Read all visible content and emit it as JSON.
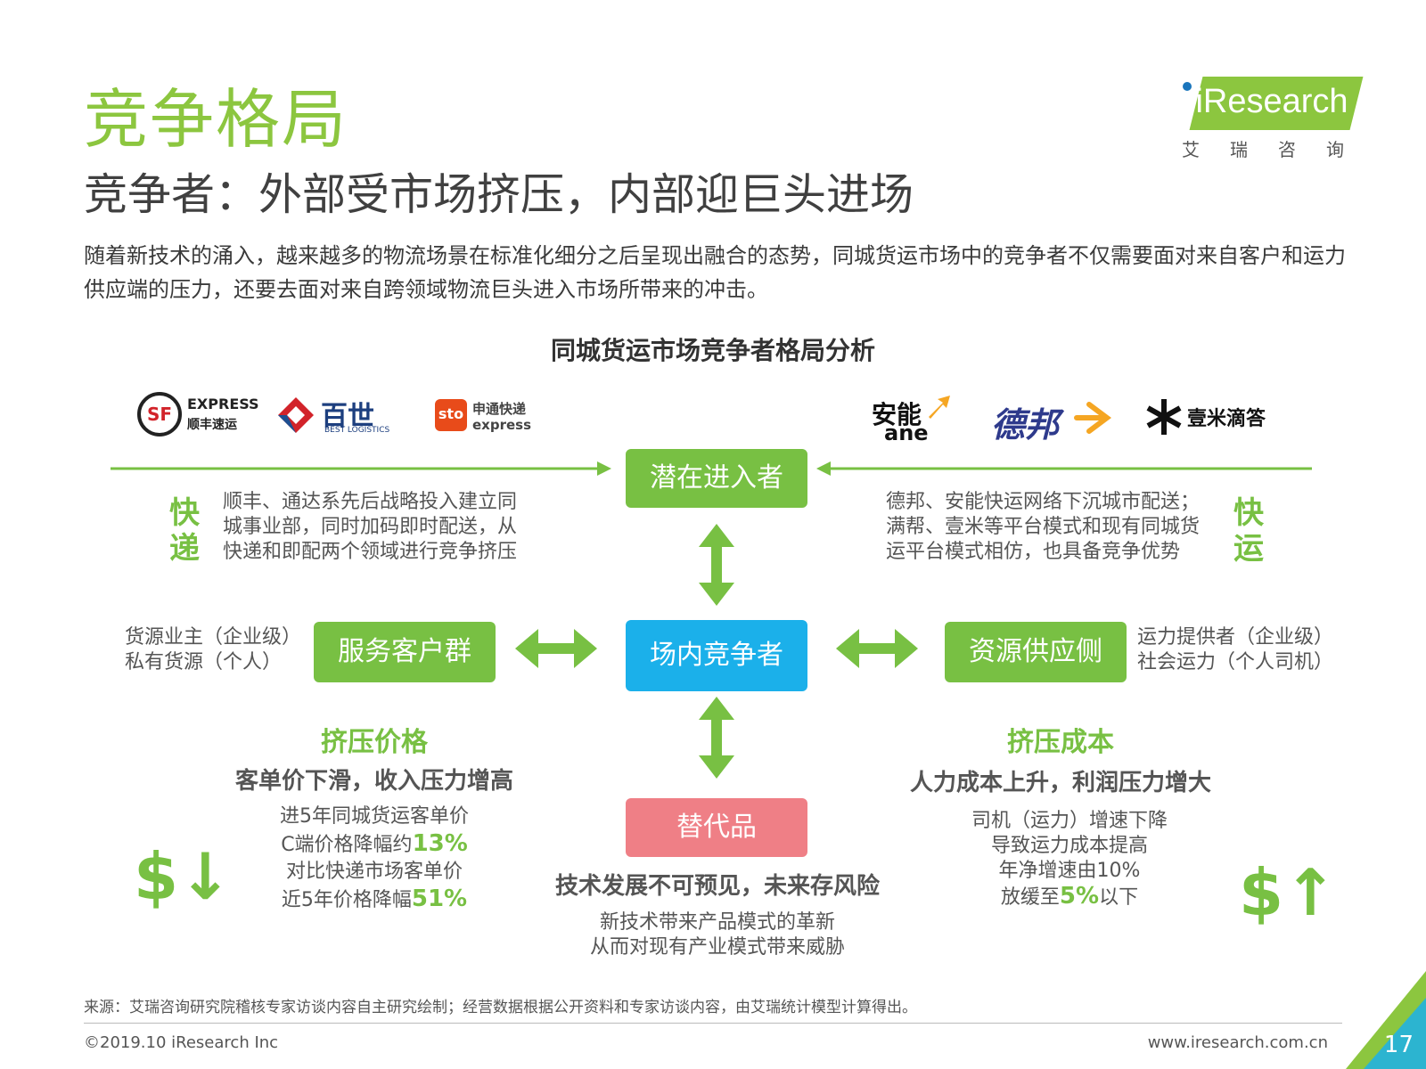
{
  "header": {
    "title": "竞争格局",
    "subtitle": "竞争者：外部受市场挤压，内部迎巨头进场",
    "intro": "随着新技术的涌入，越来越多的物流场景在标准化细分之后呈现出融合的态势，同城货运市场中的竞争者不仅需要面对来自客户和运力供应端的压力，还要去面对来自跨领域物流巨头进入市场所带来的冲击。"
  },
  "logo": {
    "name": "iResearch",
    "cn": "艾瑞咨询"
  },
  "diagram": {
    "title": "同城货运市场竞争者格局分析",
    "left_brands": [
      {
        "main": "EXPRESS",
        "sub": "顺丰速运",
        "mark": "SF"
      },
      {
        "main": "百世",
        "sub": "BEST LOGISTICS"
      },
      {
        "main": "申通快递",
        "sub": "express",
        "mark": "sto"
      }
    ],
    "right_brands": [
      {
        "main": "安能",
        "sub": "ane"
      },
      {
        "main": "德邦"
      },
      {
        "main": "壹米滴答"
      }
    ],
    "potential_entrants": "潜在进入者",
    "internal_competitors": "场内竞争者",
    "customers": "服务客户群",
    "suppliers": "资源供应侧",
    "substitutes": "替代品",
    "express": {
      "label": "快递",
      "text": "顺丰、通达系先后战略投入建立同城事业部，同时加码即时配送，从快递和即配两个领域进行竞争挤压"
    },
    "freight": {
      "label": "快运",
      "text": "德邦、安能快运网络下沉城市配送；满帮、壹米等平台模式和现有同城货运平台模式相仿，也具备竞争优势"
    },
    "customer_types": [
      "货源业主（企业级）",
      "私有货源（个人）"
    ],
    "supplier_types": [
      "运力提供者（企业级）",
      "社会运力（个人司机）"
    ],
    "price_pressure": {
      "title": "挤压价格",
      "subtitle": "客单价下滑，收入压力增高",
      "line1": "进5年同城货运客单价",
      "line2_pre": "C端价格降幅约",
      "line2_val": "13%",
      "line3": "对比快递市场客单价",
      "line4_pre": "近5年价格降幅",
      "line4_val": "51%"
    },
    "cost_pressure": {
      "title": "挤压成本",
      "subtitle": "人力成本上升，利润压力增大",
      "line1": "司机（运力）增速下降",
      "line2": "导致运力成本提高",
      "line3": "年净增速由10%",
      "line4_pre": "放缓至",
      "line4_val": "5%",
      "line4_post": "以下"
    },
    "substitute_risk": {
      "title": "技术发展不可预见，未来存风险",
      "line1": "新技术带来产品模式的革新",
      "line2": "从而对现有产业模式带来威胁"
    },
    "dollar_down": "$↓",
    "dollar_up": "$↑"
  },
  "footer": {
    "source": "来源：艾瑞咨询研究院稽核专家访谈内容自主研究绘制；经营数据根据公开资料和专家访谈内容，由艾瑞统计模型计算得出。",
    "copyright": "©2019.10 iResearch Inc",
    "url": "www.iresearch.com.cn",
    "page": "17"
  },
  "colors": {
    "green": "#78c043",
    "title_green": "#8cc63f",
    "blue": "#1bb0ea",
    "pink": "#ef7f86"
  }
}
